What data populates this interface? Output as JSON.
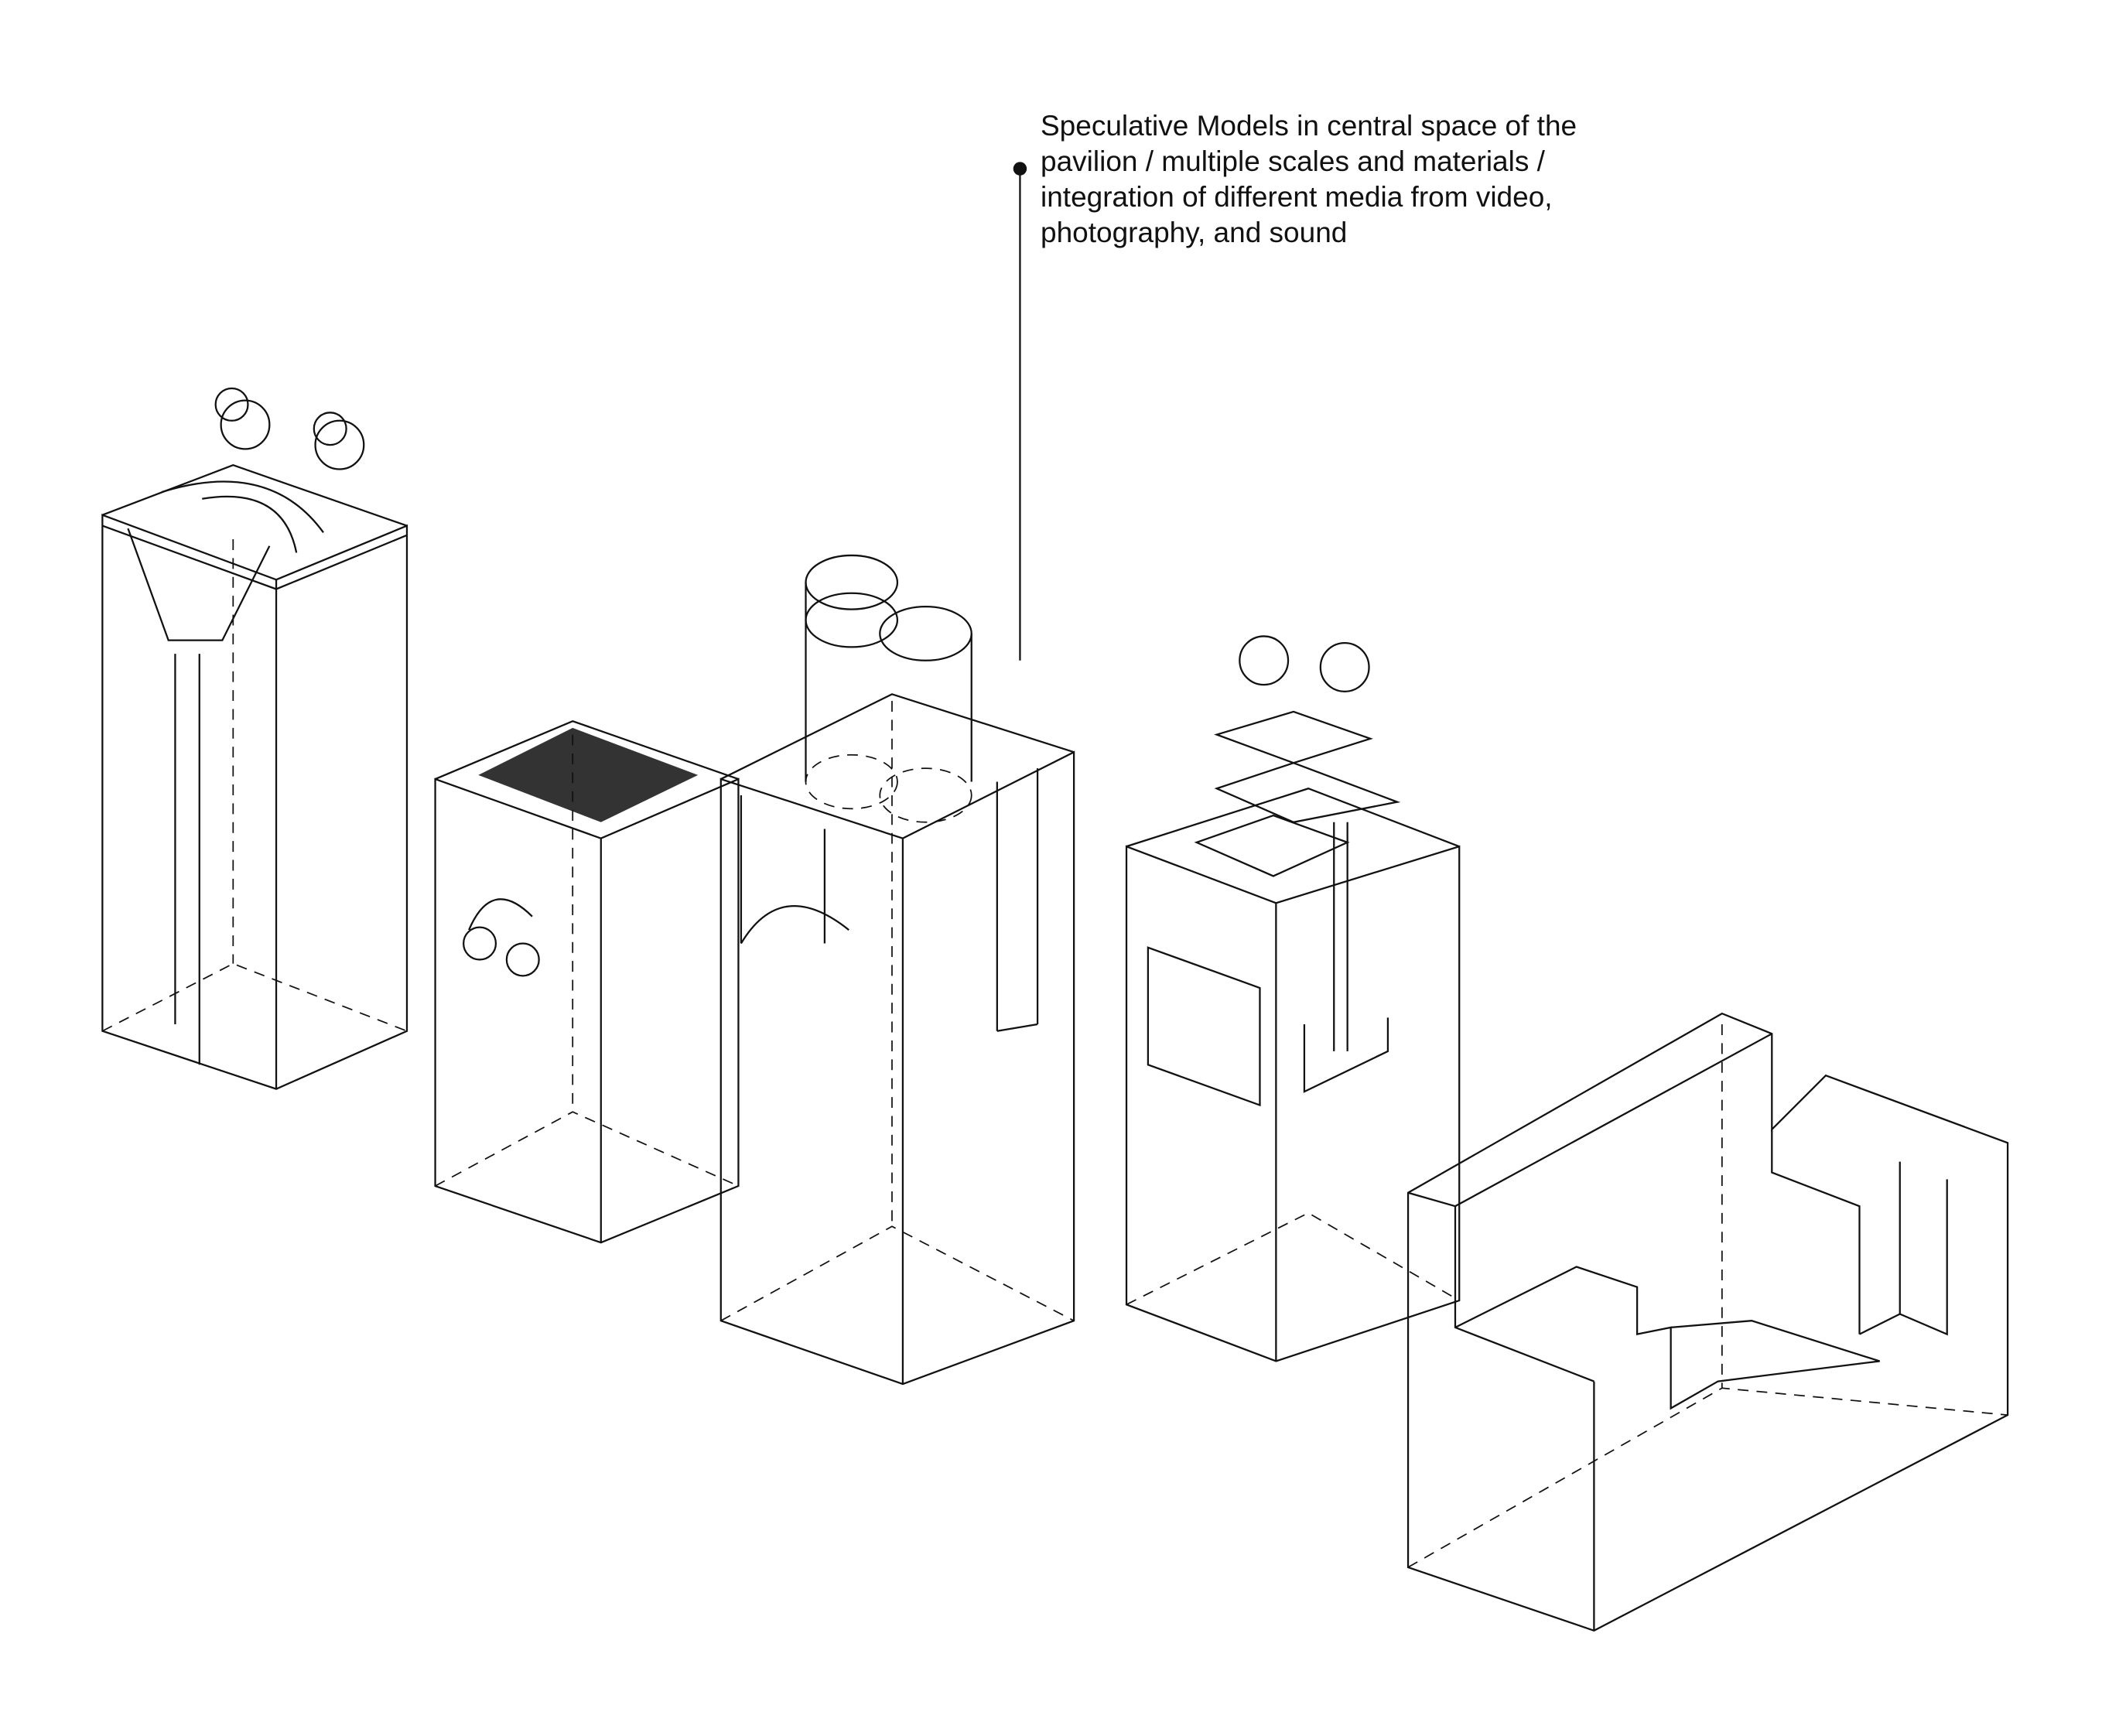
{
  "annotation": {
    "lines": [
      "Speculative Models in central space of the",
      "pavilion / multiple scales and materials /",
      "integration of different media from video,",
      "photography, and sound"
    ]
  },
  "colors": {
    "line": "#111111",
    "screen": "#333333",
    "background": "#ffffff"
  }
}
